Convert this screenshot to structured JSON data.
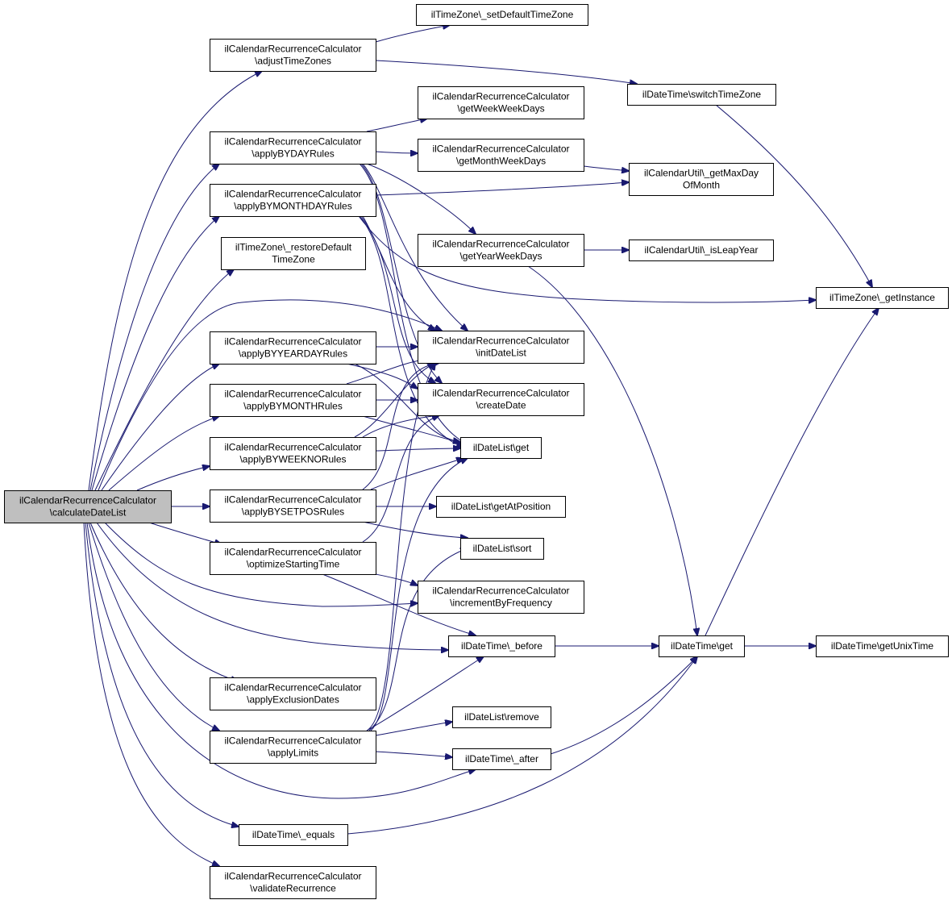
{
  "diagram": {
    "edge_color": "#191970",
    "root_fill": "#bfbfbf",
    "nodes": [
      {
        "id": "calculateDateList",
        "lines": [
          "ilCalendarRecurrenceCalculator",
          "\\calculateDateList"
        ],
        "root": true
      },
      {
        "id": "adjustTimeZones",
        "lines": [
          "ilCalendarRecurrenceCalculator",
          "\\adjustTimeZones"
        ]
      },
      {
        "id": "setDefaultTimeZone",
        "lines": [
          "ilTimeZone\\_setDefaultTimeZone"
        ]
      },
      {
        "id": "switchTimeZone",
        "lines": [
          "ilDateTime\\switchTimeZone"
        ]
      },
      {
        "id": "getWeekWeekDays",
        "lines": [
          "ilCalendarRecurrenceCalculator",
          "\\getWeekWeekDays"
        ]
      },
      {
        "id": "applyBYDAYRules",
        "lines": [
          "ilCalendarRecurrenceCalculator",
          "\\applyBYDAYRules"
        ]
      },
      {
        "id": "getMonthWeekDays",
        "lines": [
          "ilCalendarRecurrenceCalculator",
          "\\getMonthWeekDays"
        ]
      },
      {
        "id": "getMaxDayOfMonth",
        "lines": [
          "ilCalendarUtil\\_getMaxDay",
          "OfMonth"
        ]
      },
      {
        "id": "applyBYMONTHDAYRules",
        "lines": [
          "ilCalendarRecurrenceCalculator",
          "\\applyBYMONTHDAYRules"
        ]
      },
      {
        "id": "restoreDefaultTimeZone",
        "lines": [
          "ilTimeZone\\_restoreDefault",
          "TimeZone"
        ]
      },
      {
        "id": "getYearWeekDays",
        "lines": [
          "ilCalendarRecurrenceCalculator",
          "\\getYearWeekDays"
        ]
      },
      {
        "id": "isLeapYear",
        "lines": [
          "ilCalendarUtil\\_isLeapYear"
        ]
      },
      {
        "id": "getInstance",
        "lines": [
          "ilTimeZone\\_getInstance"
        ]
      },
      {
        "id": "applyBYYEARDAYRules",
        "lines": [
          "ilCalendarRecurrenceCalculator",
          "\\applyBYYEARDAYRules"
        ]
      },
      {
        "id": "initDateList",
        "lines": [
          "ilCalendarRecurrenceCalculator",
          "\\initDateList"
        ]
      },
      {
        "id": "applyBYMONTHRules",
        "lines": [
          "ilCalendarRecurrenceCalculator",
          "\\applyBYMONTHRules"
        ]
      },
      {
        "id": "createDate",
        "lines": [
          "ilCalendarRecurrenceCalculator",
          "\\createDate"
        ]
      },
      {
        "id": "applyBYWEEKNORules",
        "lines": [
          "ilCalendarRecurrenceCalculator",
          "\\applyBYWEEKNORules"
        ]
      },
      {
        "id": "dateListGet",
        "lines": [
          "ilDateList\\get"
        ]
      },
      {
        "id": "applyBYSETPOSRules",
        "lines": [
          "ilCalendarRecurrenceCalculator",
          "\\applyBYSETPOSRules"
        ]
      },
      {
        "id": "getAtPosition",
        "lines": [
          "ilDateList\\getAtPosition"
        ]
      },
      {
        "id": "optimizeStartingTime",
        "lines": [
          "ilCalendarRecurrenceCalculator",
          "\\optimizeStartingTime"
        ]
      },
      {
        "id": "sort",
        "lines": [
          "ilDateList\\sort"
        ]
      },
      {
        "id": "incrementByFrequency",
        "lines": [
          "ilCalendarRecurrenceCalculator",
          "\\incrementByFrequency"
        ]
      },
      {
        "id": "before",
        "lines": [
          "ilDateTime\\_before"
        ]
      },
      {
        "id": "dateTimeGet",
        "lines": [
          "ilDateTime\\get"
        ]
      },
      {
        "id": "getUnixTime",
        "lines": [
          "ilDateTime\\getUnixTime"
        ]
      },
      {
        "id": "applyExclusionDates",
        "lines": [
          "ilCalendarRecurrenceCalculator",
          "\\applyExclusionDates"
        ]
      },
      {
        "id": "remove",
        "lines": [
          "ilDateList\\remove"
        ]
      },
      {
        "id": "applyLimits",
        "lines": [
          "ilCalendarRecurrenceCalculator",
          "\\applyLimits"
        ]
      },
      {
        "id": "after",
        "lines": [
          "ilDateTime\\_after"
        ]
      },
      {
        "id": "equals",
        "lines": [
          "ilDateTime\\_equals"
        ]
      },
      {
        "id": "validateRecurrence",
        "lines": [
          "ilCalendarRecurrenceCalculator",
          "\\validateRecurrence"
        ]
      }
    ]
  }
}
